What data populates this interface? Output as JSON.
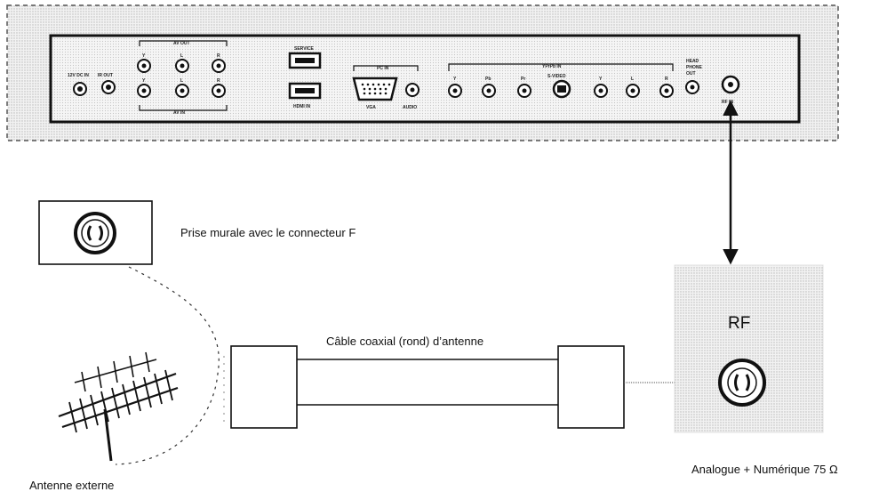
{
  "panel": {
    "labels": {
      "dc_in": "12V DC IN",
      "ir_out": "IR OUT",
      "av_out": "AV OUT",
      "av_in": "AV IN",
      "service": "SERVICE",
      "hdmi_in": "HDMI IN",
      "pc_in": "PC IN",
      "vga": "VGA",
      "audio": "AUDIO",
      "ypbpr_in": "YPrPb IN",
      "svideo": "S-VIDEO",
      "headphone_out": [
        "HEAD",
        "PHONE",
        "OUT"
      ],
      "rf_in": "RF IN",
      "jack_y": "Y",
      "jack_l": "L",
      "jack_r": "R",
      "jack_pb": "Pb",
      "jack_pr": "Pr"
    }
  },
  "labels": {
    "wall_socket": "Prise murale avec le connecteur F",
    "coax_cable": "Câble coaxial (rond) d’antenne",
    "rf": "RF",
    "rf_spec": "Analogue + Numérique 75 Ω",
    "antenna": "Antenne externe"
  },
  "colors": {
    "line": "#111111",
    "dotted_halftone": "#d9d9d9",
    "panel_fill": "#ececec"
  },
  "icons": {
    "wall_socket": "coax-socket-icon",
    "rf_socket": "coax-socket-icon",
    "antenna": "yagi-antenna-icon",
    "arrow": "double-arrow-icon"
  }
}
